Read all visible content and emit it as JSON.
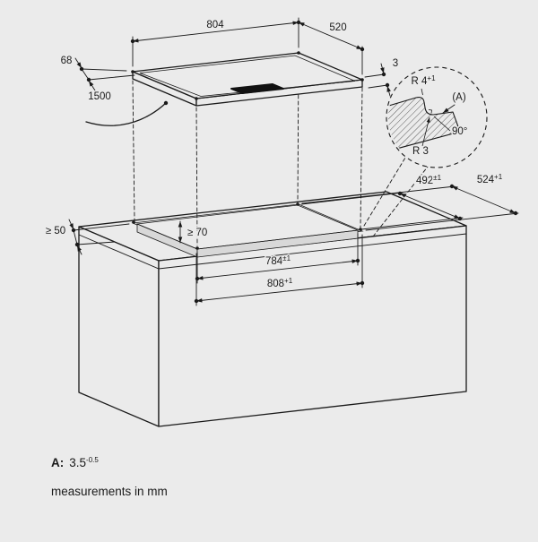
{
  "colors": {
    "background": "#ebebeb",
    "ink": "#1a1a1a",
    "control_panel": "#111111"
  },
  "dimensions": {
    "width_top": "804",
    "depth_top": "520",
    "offset_left": "68",
    "gap_right": "3",
    "cable_length": "1500",
    "cutout_depth": {
      "base": "492",
      "sup": "±1"
    },
    "rebate_depth": {
      "base": "524",
      "sup": "+1"
    },
    "cutout_width": {
      "base": "784",
      "sup": "±1"
    },
    "rebate_width": {
      "base": "808",
      "sup": "+1"
    },
    "min_clearance_below": "≥ 70",
    "min_clearance_front": "≥ 50"
  },
  "detail": {
    "radius_top": {
      "base": "R 4",
      "sup": "+1"
    },
    "ref_a": "(A)",
    "angle": "90°",
    "radius_bottom": "R 3"
  },
  "footnotes": {
    "a_label": "A:",
    "a_value": "3.5",
    "a_tolerance": "-0.5",
    "units": "measurements in mm"
  }
}
